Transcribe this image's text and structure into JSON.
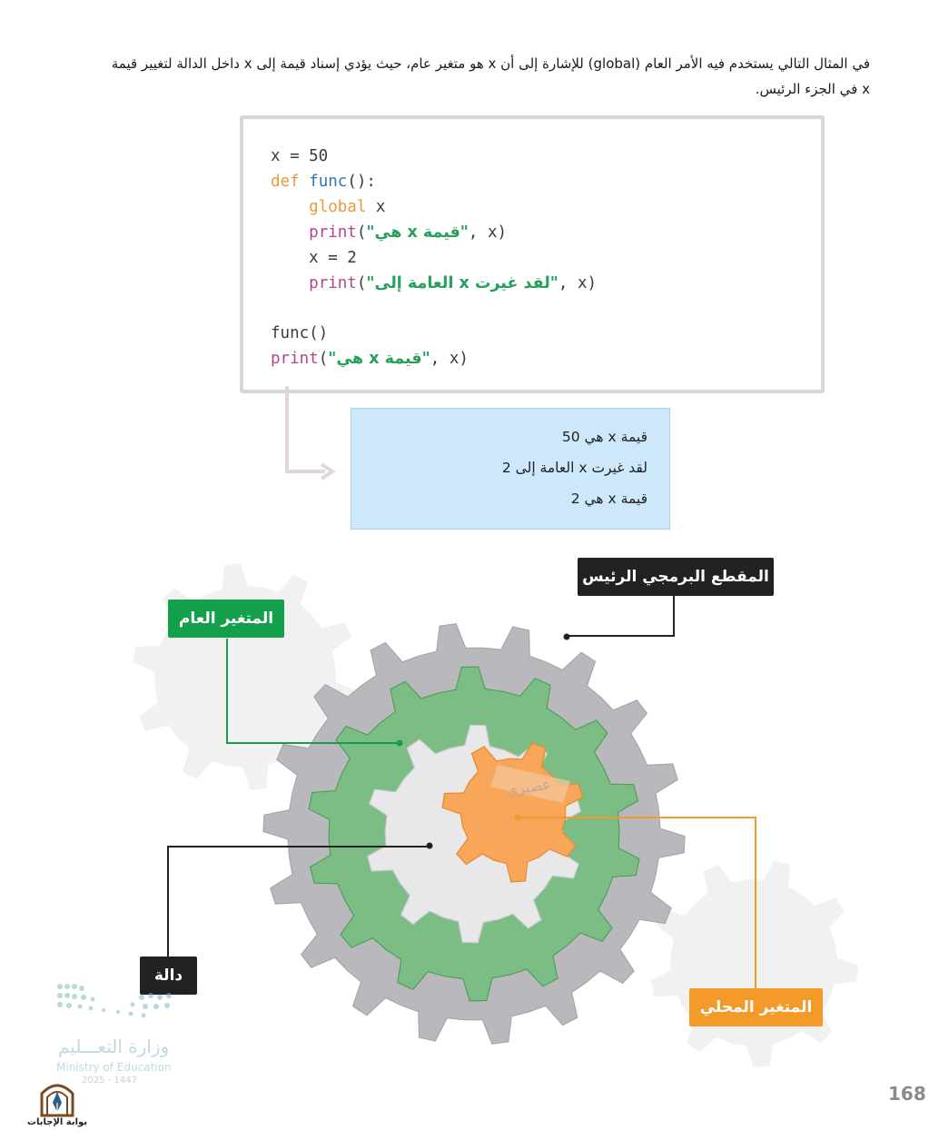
{
  "intro": {
    "line1": "في المثال التالي يستخدم فيه الأمر العام (global) للإشارة إلى أن x هو متغير عام، حيث يؤدي إسناد قيمة إلى x داخل الدالة لتغيير قيمة",
    "line2": "x في الجزء الرئيس."
  },
  "code": {
    "l1": "x = 50",
    "l2_kw": "def",
    "l2_fn": "func",
    "l2_rest": "():",
    "l3_kw": "global",
    "l3_rest": " x",
    "l4_fn": "print",
    "l4_str": "\"قيمة x هي\"",
    "l4_rest": ", x)",
    "l5": "x = 2",
    "l6_fn": "print",
    "l6_str": "\"لقد غيرت x العامة إلى\"",
    "l6_rest": ", x)",
    "l8": "func()",
    "l9_fn": "print",
    "l9_str": "\"قيمة x هي\"",
    "l9_rest": ", x)"
  },
  "output": {
    "lines": [
      "قيمة x هي 50",
      "لقد غيرت x العامة إلى 2",
      "قيمة x هي 2"
    ]
  },
  "diagram": {
    "label_main": "المقطع البرمجي الرئيس",
    "label_global": "المتغير العام",
    "label_function": "دالة",
    "label_local": "المتغير المحلي",
    "watermark": "عصيري",
    "colors": {
      "main_gear": "#b9b9bd",
      "global_gear": "#7bbd84",
      "function_gear": "#e8e8ea",
      "local_gear": "#f7a65a",
      "label_main_bg": "#222222",
      "label_global_bg": "#14a04a",
      "label_function_bg": "#222222",
      "label_local_bg": "#f39a2a"
    }
  },
  "footer": {
    "page_number": "168",
    "ministry_ar": "وزارة التعـــليم",
    "ministry_en": "Ministry of Education",
    "ministry_year": "2025 - 1447",
    "portal_name": "بوابة الإجابات"
  }
}
